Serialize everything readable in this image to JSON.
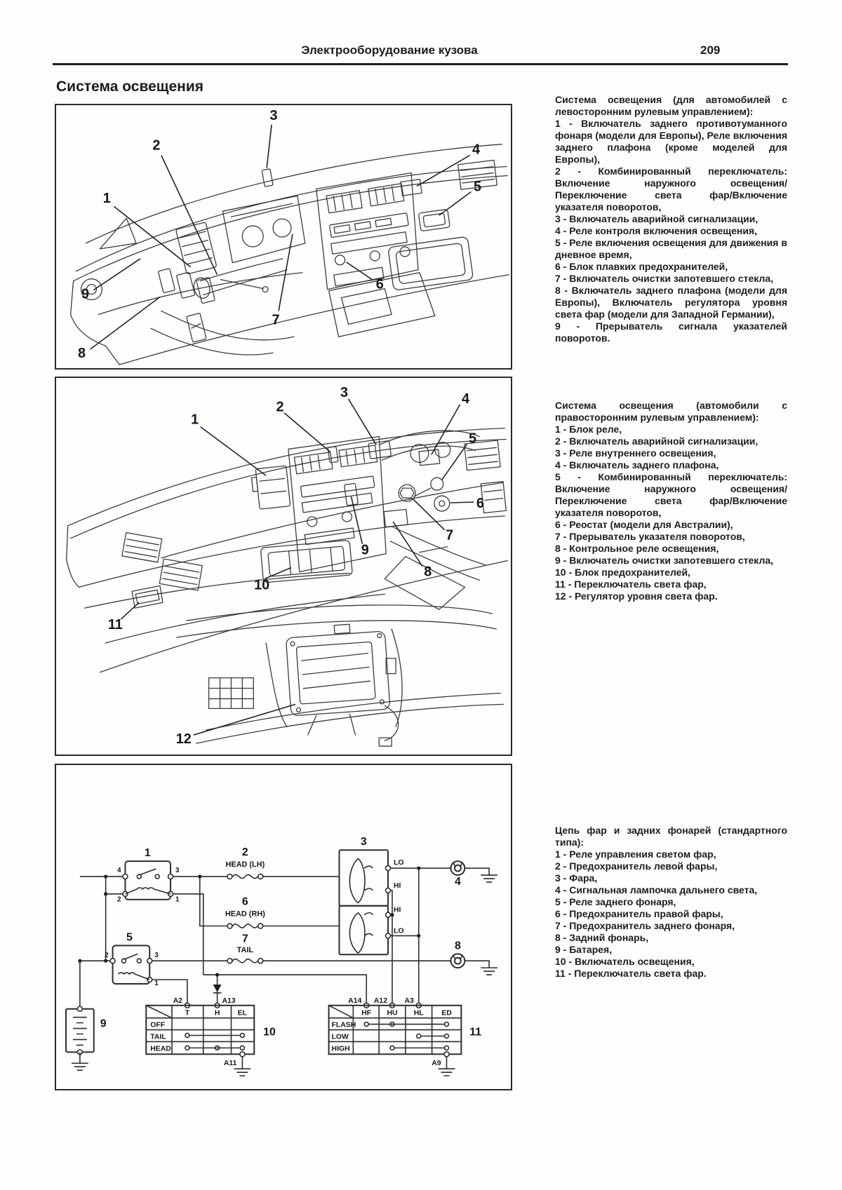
{
  "page": {
    "header_title": "Электрооборудование кузова",
    "page_number": "209",
    "section_title": "Система освещения"
  },
  "legend1": {
    "title": "Система освещения (для автомобилей с левосторонним рулевым управлением):",
    "items": [
      "1 - Включатель заднего противотуманного фонаря (модели для Европы), Реле включения заднего плафона (кроме моделей для Европы),",
      "2 - Комбинированный переключатель: Включение наружного освещения/Переключение света фар/Включение указателя поворотов,",
      "3 - Включатель аварийной сигнализации,",
      "4 - Реле контроля включения освещения,",
      "5 - Реле включения освещения для движения в дневное время,",
      "6 - Блок плавких предохранителей,",
      "7 - Включатель очистки запотевшего стекла,",
      "8 - Включатель заднего плафона (модели для Европы), Включатель регулятора уровня света фар (модели для Западной Германии),",
      "9 - Прерыватель сигнала указателей поворотов."
    ]
  },
  "legend2": {
    "title": "Система освещения (автомобили с правосторонним рулевым управлением):",
    "items": [
      "1 - Блок реле,",
      "2 - Включатель аварийной сигнализации,",
      "3 - Реле внутреннего освещения,",
      "4 - Включатель заднего плафона,",
      "5 - Комбинированный переключатель: Включение наружного освещения/Переключение света фар/Включение указателя поворотов,",
      "6 - Реостат (модели для Австралии),",
      "7 - Прерыватель указателя поворотов,",
      "8 - Контрольное реле освещения,",
      "9 - Включатель очистки запотевшего стекла,",
      "10 - Блок предохранителей,",
      "11 - Переключатель света фар,",
      "12 - Регулятор уровня света фар."
    ]
  },
  "legend3": {
    "title": "Цепь фар и задних фонарей (стандартного типа):",
    "items": [
      "1 - Реле управления светом фар,",
      "2 - Предохранитель левой фары,",
      "3 - Фара,",
      "4 - Сигнальная лампочка дальнего света,",
      "5 - Реле заднего фонаря,",
      "6 - Предохранитель правой фары,",
      "7 - Предохранитель заднего фонаря,",
      "8 - Задний фонарь,",
      "9 - Батарея,",
      "10 - Включатель освещения,",
      "11 - Переключатель света фар."
    ]
  },
  "d1": {
    "callouts": [
      "1",
      "2",
      "3",
      "4",
      "5",
      "6",
      "7",
      "8",
      "9"
    ]
  },
  "d2": {
    "callouts": [
      "1",
      "2",
      "3",
      "4",
      "5",
      "6",
      "7",
      "8",
      "9",
      "10",
      "11",
      "12"
    ]
  },
  "schematic": {
    "relay1": {
      "num": "1",
      "t_tl": "4",
      "t_tr": "3",
      "t_bl": "2",
      "t_br": "1"
    },
    "relay5": {
      "num": "5",
      "t_tl": "2",
      "t_tr": "3",
      "t_br": "1"
    },
    "fuse_head_lh": {
      "num": "2",
      "label": "HEAD (LH)"
    },
    "fuse_head_rh": {
      "num": "6",
      "label": "HEAD (RH)"
    },
    "fuse_tail": {
      "num": "7",
      "label": "TAIL"
    },
    "headlamp_lh": {
      "num": "3",
      "top": "LO",
      "bottom": "HI"
    },
    "headlamp_rh": {
      "top": "HI",
      "bottom": "LO"
    },
    "indicator_lamp": {
      "num": "4"
    },
    "tail_lamp": {
      "num": "8"
    },
    "battery": {
      "num": "9"
    },
    "switch10": {
      "num": "10",
      "pin_a2": "A2",
      "pin_a13": "A13",
      "pin_a11": "A11",
      "cols": [
        "T",
        "H",
        "EL"
      ],
      "rows": [
        "OFF",
        "TAIL",
        "HEAD"
      ]
    },
    "switch11": {
      "num": "11",
      "pin_a14": "A14",
      "pin_a12": "A12",
      "pin_a3": "A3",
      "pin_a9": "A9",
      "cols": [
        "HF",
        "HU",
        "HL",
        "ED"
      ],
      "rows": [
        "FLASH",
        "LOW",
        "HIGH"
      ]
    }
  }
}
